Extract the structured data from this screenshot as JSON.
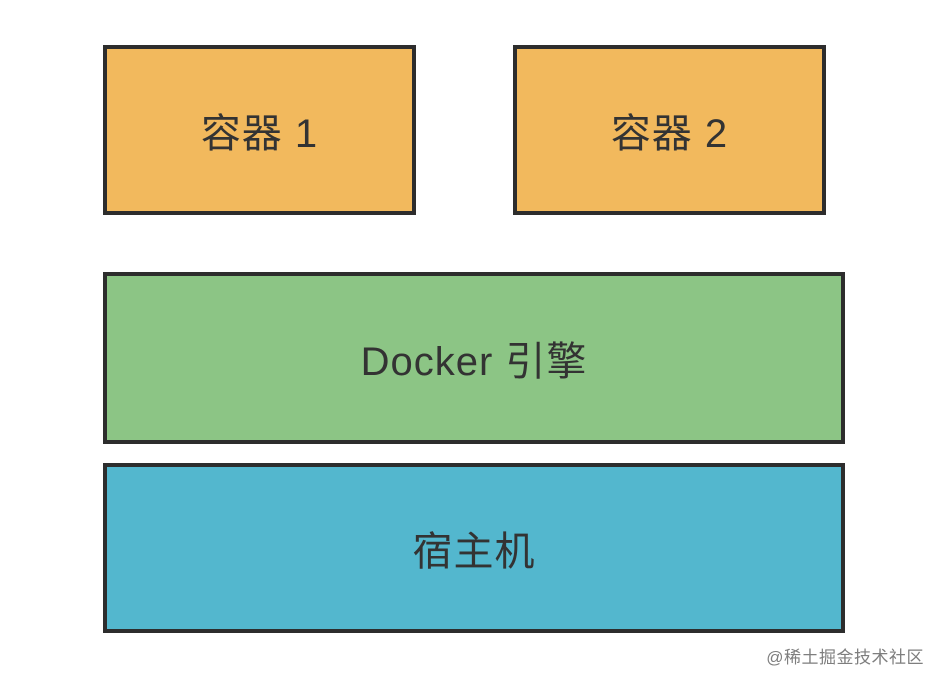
{
  "diagram": {
    "title_hint": "Docker architecture diagram",
    "boxes": {
      "container1": {
        "label": "容器 1",
        "fill": "#f2b95d"
      },
      "container2": {
        "label": "容器 2",
        "fill": "#f2b95d"
      },
      "engine": {
        "label": "Docker 引擎",
        "fill": "#8cc585"
      },
      "host": {
        "label": "宿主机",
        "fill": "#53b7ce"
      }
    },
    "colors": {
      "border": "#2d2d2d",
      "text": "#333333",
      "background": "#ffffff",
      "watermark_text": "#7e7e7e"
    },
    "watermark": "@稀土掘金技术社区"
  }
}
